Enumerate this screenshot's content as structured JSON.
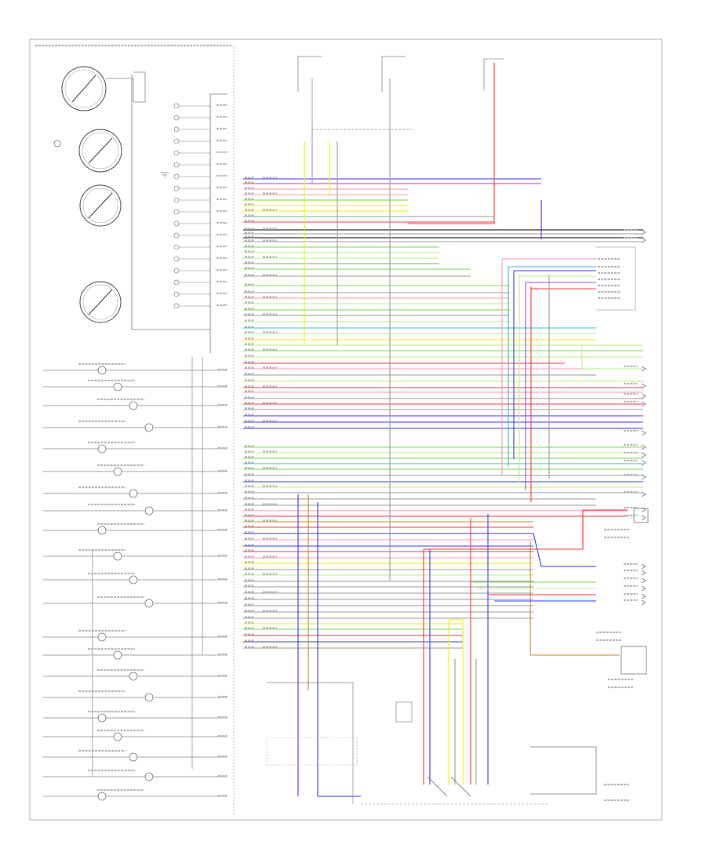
{
  "diagram": {
    "title": "",
    "page_footer": "",
    "gauges": [
      {
        "name": "speedometer-gauge"
      },
      {
        "name": "tachometer-gauge"
      },
      {
        "name": "temperature-gauge"
      },
      {
        "name": "fuel-gauge"
      }
    ],
    "wire_colors": {
      "black": "#555555",
      "gray": "#9b9b9b",
      "red": "#ff3b3b",
      "pink": "#ff9aa8",
      "green": "#7ed957",
      "light_green": "#b9ef8e",
      "blue": "#3a3aff",
      "yellow": "#f2f200",
      "orange": "#cc8a2a",
      "purple": "#a24ad6",
      "teal": "#3fbfbf"
    },
    "right_connector_count": 30,
    "left_pin_count": 60,
    "indicator_lamp_count": 17
  }
}
